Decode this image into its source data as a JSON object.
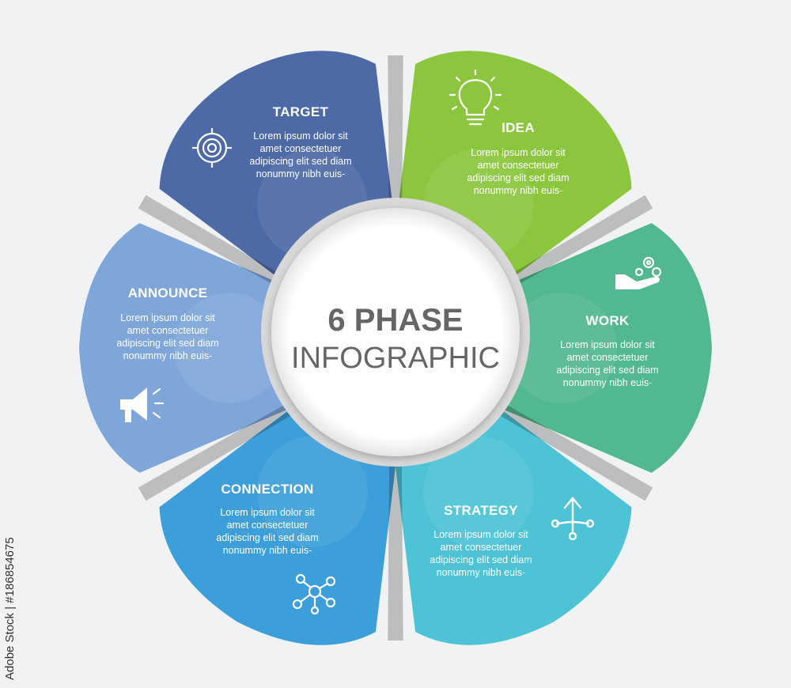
{
  "center": {
    "line1": "6 PHASE",
    "line2": "INFOGRAPHIC"
  },
  "segments": [
    {
      "id": "target",
      "title": "TARGET",
      "body": [
        "Lorem ipsum dolor sit",
        "amet  consectetuer",
        "adipiscing elit  sed diam",
        "nonummy nibh euis-"
      ],
      "color": "#4e6aa6",
      "icon": "target-icon"
    },
    {
      "id": "idea",
      "title": "IDEA",
      "body": [
        "Lorem ipsum dolor sit",
        "amet  consectetuer",
        "adipiscing elit  sed diam",
        "nonummy nibh euis-"
      ],
      "color": "#8cc63f",
      "icon": "lightbulb-icon"
    },
    {
      "id": "work",
      "title": "WORK",
      "body": [
        "Lorem ipsum dolor sit",
        "amet  consectetuer",
        "adipiscing elit  sed diam",
        "nonummy nibh euis-"
      ],
      "color": "#52b88f",
      "icon": "gears-hand-icon"
    },
    {
      "id": "strategy",
      "title": "STRATEGY",
      "body": [
        "Lorem ipsum dolor sit",
        "amet  consectetuer",
        "adipiscing elit  sed diam",
        "nonummy nibh euis-"
      ],
      "color": "#4ec3d6",
      "icon": "split-arrow-icon"
    },
    {
      "id": "connection",
      "title": "CONNECTION",
      "body": [
        "Lorem ipsum dolor sit",
        "amet  consectetuer",
        "adipiscing elit  sed diam",
        "nonummy nibh euis-"
      ],
      "color": "#3d9fd9",
      "icon": "network-icon"
    },
    {
      "id": "announce",
      "title": "ANNOUNCE",
      "body": [
        "Lorem ipsum dolor sit",
        "amet  consectetuer",
        "adipiscing elit  sed diam",
        "nonummy nibh euis-"
      ],
      "color": "#7fa6d9",
      "icon": "megaphone-icon"
    }
  ],
  "side_caption": "Adobe Stock | #186854675",
  "watermark": "Adobe Stock"
}
